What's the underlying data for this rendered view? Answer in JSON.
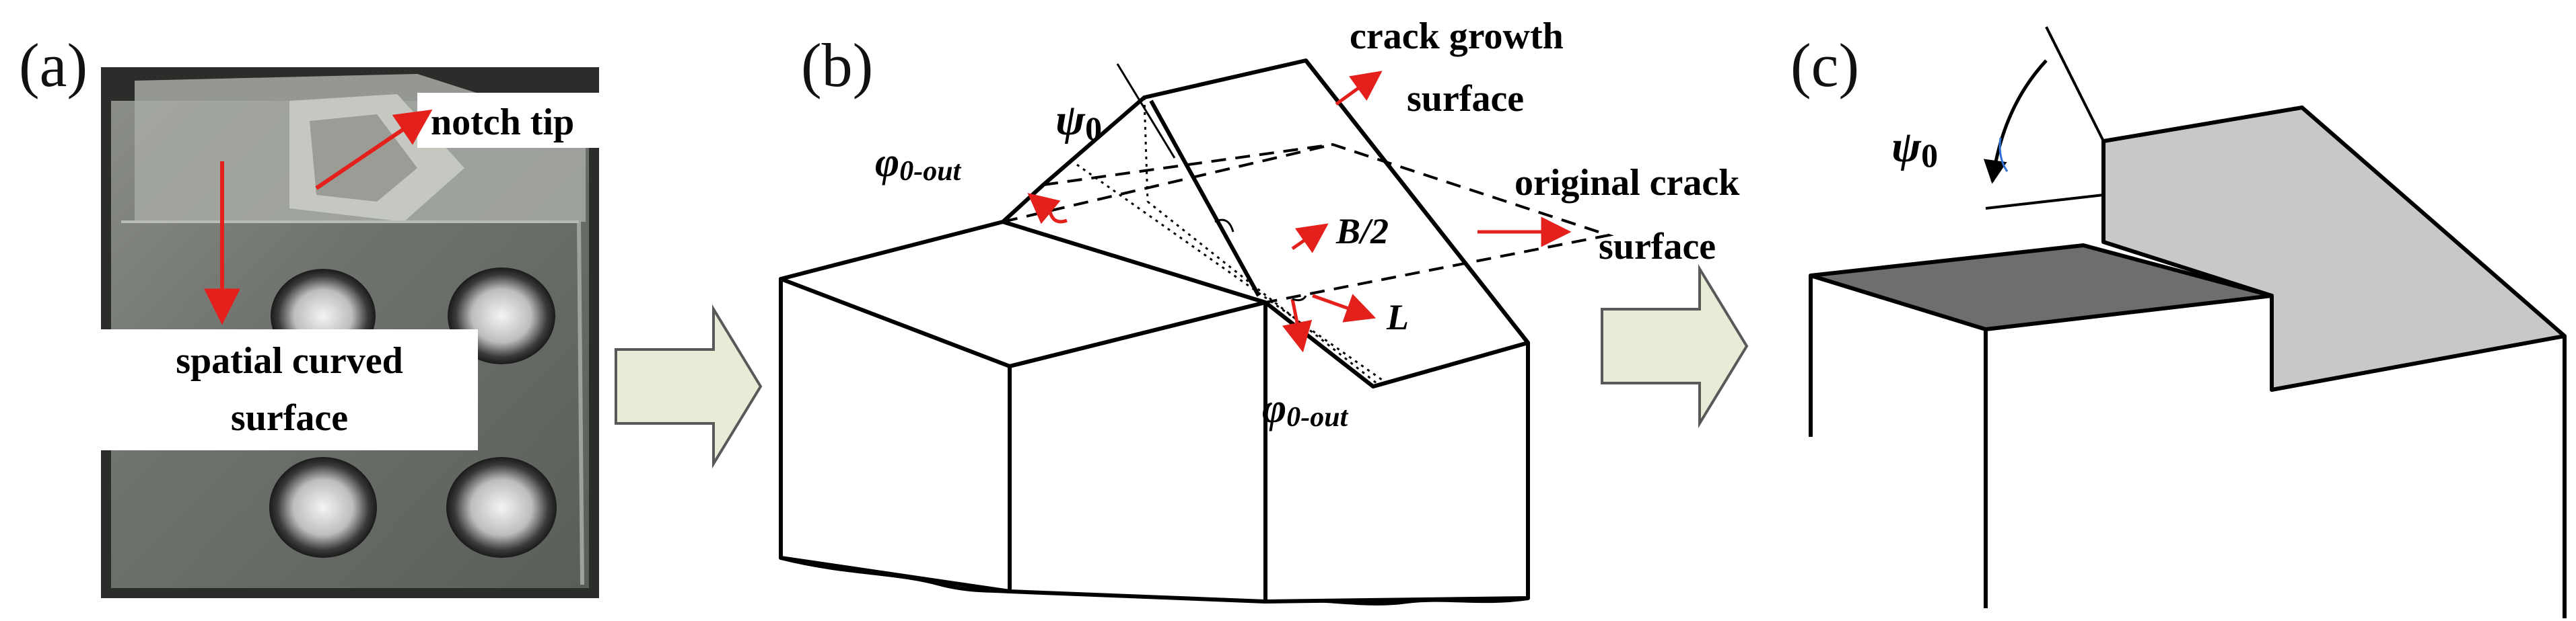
{
  "colors": {
    "accent_red": "#e3201b",
    "arrow_fill": "#e6ecd6",
    "arrow_stroke": "#595959",
    "photo_bg": "#3c3e3b",
    "dark_face": "#6e6e6e",
    "light_face": "#c8c8c8",
    "line": "#000000"
  },
  "panel_a": {
    "label": "(a)",
    "notch_tip_label": "notch tip",
    "curved_surface_line1": "spatial curved",
    "curved_surface_line2": "surface"
  },
  "panel_b": {
    "label": "(b)",
    "psi_symbol": "ψ",
    "psi_sub": "0",
    "phi_symbol": "φ",
    "phi_sub": "0-out",
    "crack_growth_line1": "crack growth",
    "crack_growth_line2": "surface",
    "original_crack_line1": "original crack",
    "original_crack_line2": "surface",
    "b_half": "B/2",
    "l_label": "L"
  },
  "panel_c": {
    "label": "(c)",
    "psi_symbol": "ψ",
    "psi_sub": "0"
  }
}
